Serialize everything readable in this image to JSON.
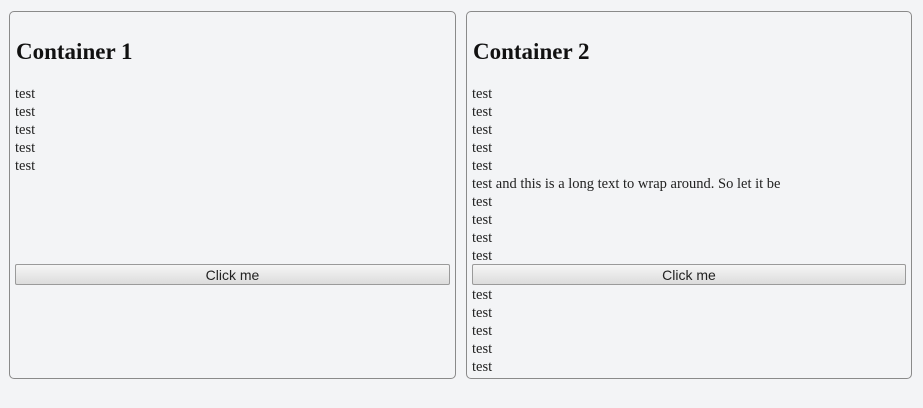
{
  "containers": [
    {
      "title": "Container 1",
      "lines_before": [
        "test",
        "test",
        "test",
        "test",
        "test"
      ],
      "button_label": "Click me",
      "lines_after": []
    },
    {
      "title": "Container 2",
      "lines_before": [
        "test",
        "test",
        "test",
        "test",
        "test",
        "test and this is a long text to wrap around. So let it be",
        "test",
        "test",
        "test",
        "test"
      ],
      "button_label": "Click me",
      "lines_after": [
        "test",
        "test",
        "test",
        "test",
        "test"
      ]
    }
  ]
}
